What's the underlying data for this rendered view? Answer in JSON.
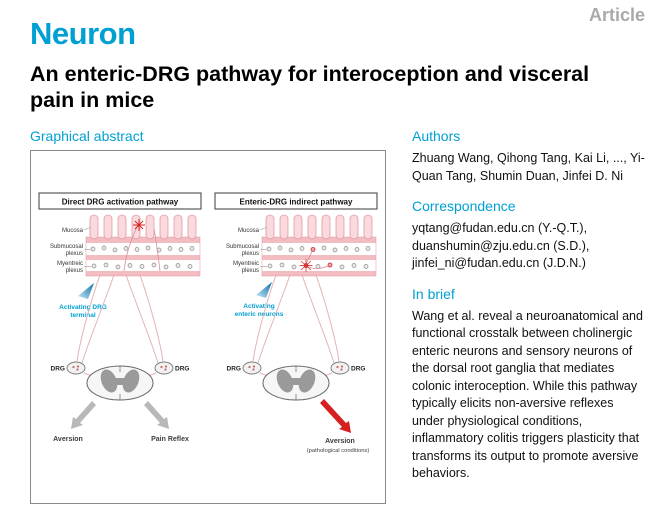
{
  "page": {
    "article_tag": "Article",
    "journal": "Neuron",
    "title": "An enteric-DRG pathway for interoception and visceral pain in mice"
  },
  "graphical_abstract": {
    "heading": "Graphical abstract",
    "layers": {
      "mucosa": "Mucosa",
      "submucosal_line1": "Submucosal",
      "submucosal_line2": "plexus",
      "myenteric_line1": "Myentreic",
      "myenteric_line2": "plexus"
    },
    "drg_label": "DRG",
    "panel_left": {
      "title": "Direct DRG activation pathway",
      "activation_line1": "Activating DRG",
      "activation_line2": "terminal",
      "outcome_left": "Aversion",
      "outcome_right": "Pain Reflex"
    },
    "panel_right": {
      "title": "Enteric-DRG indirect pathway",
      "activation_line1": "Activating",
      "activation_line2": "enteric neurons",
      "outcome_line1": "Aversion",
      "outcome_line2": "(pathological conditions)"
    }
  },
  "sidebar": {
    "authors_heading": "Authors",
    "authors": "Zhuang Wang, Qihong Tang, Kai Li, ..., Yi-Quan Tang, Shumin Duan, Jinfei D. Ni",
    "correspondence_heading": "Correspondence",
    "correspondence": [
      "yqtang@fudan.edu.cn (Y.-Q.T.),",
      "duanshumin@zju.edu.cn (S.D.),",
      "jinfei_ni@fudan.edu.cn (J.D.N.)"
    ],
    "in_brief_heading": "In brief",
    "in_brief": "Wang et al. reveal a neuroanatomical and functional crosstalk between cholinergic enteric neurons and sensory neurons of the dorsal root ganglia that mediates colonic interoception. While this pathway typically elicits non-aversive reflexes under physiological conditions, inflammatory colitis triggers plasticity that transforms its output to promote aversive behaviors."
  },
  "colors": {
    "accent": "#00a0d2",
    "article_gray": "#a9a9a9",
    "red": "#d62020"
  }
}
